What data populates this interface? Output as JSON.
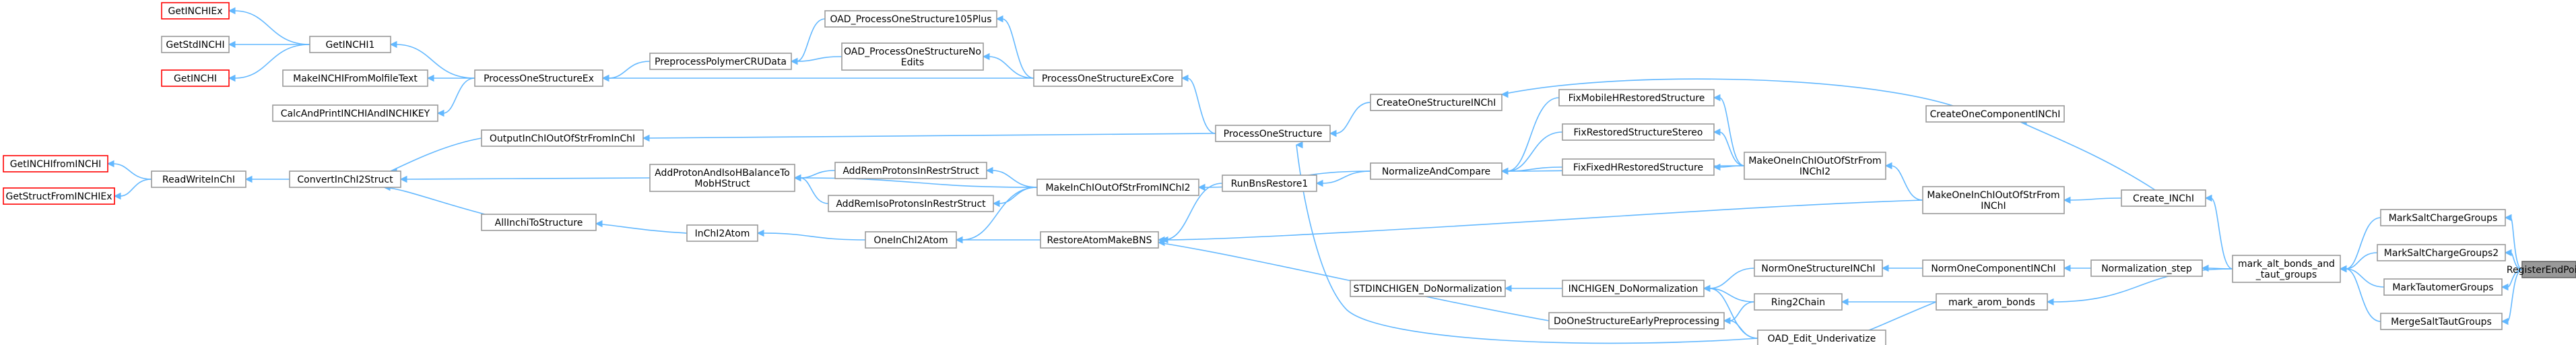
{
  "graph": {
    "colors": {
      "edge": "#63b8ff",
      "node_border": "#999999",
      "missing_node_border": "#ff0000",
      "root_fill": "#999999",
      "background": "#ffffff"
    },
    "nodes": {
      "GetINCHIEx": {
        "label": [
          "GetINCHIEx"
        ],
        "style": "red"
      },
      "GetStdINCHI": {
        "label": [
          "GetStdINCHI"
        ]
      },
      "GetINCHI": {
        "label": [
          "GetINCHI"
        ],
        "style": "red"
      },
      "GetINCHI1": {
        "label": [
          "GetINCHI1"
        ]
      },
      "MakeINCHIFromMolfileText": {
        "label": [
          "MakeINCHIFromMolfileText"
        ]
      },
      "CalcAndPrintINCHIAndINCHIKEY": {
        "label": [
          "CalcAndPrintINCHIAndINCHIKEY"
        ]
      },
      "ProcessOneStructureEx": {
        "label": [
          "ProcessOneStructureEx"
        ]
      },
      "PreprocessPolymerCRUData": {
        "label": [
          "PreprocessPolymerCRUData"
        ]
      },
      "OAD_ProcessOneStructure105Plus": {
        "label": [
          "OAD_ProcessOneStructure105Plus"
        ]
      },
      "OAD_ProcessOneStructureNoEdits": {
        "label": [
          "OAD_ProcessOneStructureNo",
          "Edits"
        ]
      },
      "ProcessOneStructureExCore": {
        "label": [
          "ProcessOneStructureExCore"
        ]
      },
      "GetINCHIfromINCHI": {
        "label": [
          "GetINCHIfromINCHI"
        ],
        "style": "red"
      },
      "GetStructFromINCHIEx": {
        "label": [
          "GetStructFromINCHIEx"
        ],
        "style": "red"
      },
      "ReadWriteInChI": {
        "label": [
          "ReadWriteInChI"
        ]
      },
      "ConvertInChI2Struct": {
        "label": [
          "ConvertInChI2Struct"
        ]
      },
      "OutputInChIOutOfStrFromInChI": {
        "label": [
          "OutputInChIOutOfStrFromInChI"
        ]
      },
      "AllInchiToStructure": {
        "label": [
          "AllInchiToStructure"
        ]
      },
      "InChI2Atom": {
        "label": [
          "InChI2Atom"
        ]
      },
      "AddProtonAndIsoHBalanceToMobHStruct": {
        "label": [
          "AddProtonAndIsoHBalanceTo",
          "MobHStruct"
        ]
      },
      "AddRemProtonsInRestrStruct": {
        "label": [
          "AddRemProtonsInRestrStruct"
        ]
      },
      "AddRemIsoProtonsInRestrStruct": {
        "label": [
          "AddRemIsoProtonsInRestrStruct"
        ]
      },
      "OneInChI2Atom": {
        "label": [
          "OneInChI2Atom"
        ]
      },
      "MakeInChIOutOfStrFromINChI2": {
        "label": [
          "MakeInChIOutOfStrFromINChI2"
        ]
      },
      "ProcessOneStructure": {
        "label": [
          "ProcessOneStructure"
        ]
      },
      "RunBnsRestore1": {
        "label": [
          "RunBnsRestore1"
        ]
      },
      "RestoreAtomMakeBNS": {
        "label": [
          "RestoreAtomMakeBNS"
        ]
      },
      "CreateOneStructureINChI": {
        "label": [
          "CreateOneStructureINChI"
        ]
      },
      "NormalizeAndCompare": {
        "label": [
          "NormalizeAndCompare"
        ]
      },
      "FixMobileHRestoredStructure": {
        "label": [
          "FixMobileHRestoredStructure"
        ]
      },
      "FixRestoredStructureStereo": {
        "label": [
          "FixRestoredStructureStereo"
        ]
      },
      "FixFixedHRestoredStructure": {
        "label": [
          "FixFixedHRestoredStructure"
        ]
      },
      "MakeOneInChIOutOfStrFromINChI2": {
        "label": [
          "MakeOneInChIOutOfStrFrom",
          "INChI2"
        ]
      },
      "MakeOneInChIOutOfStrFromINChI": {
        "label": [
          "MakeOneInChIOutOfStrFrom",
          "INChI"
        ]
      },
      "CreateOneComponentINChI": {
        "label": [
          "CreateOneComponentINChI"
        ]
      },
      "Create_INChI": {
        "label": [
          "Create_INChI"
        ]
      },
      "STDINCHIGEN_DoNormalization": {
        "label": [
          "STDINCHIGEN_DoNormalization"
        ]
      },
      "INCHIGEN_DoNormalization": {
        "label": [
          "INCHIGEN_DoNormalization"
        ]
      },
      "DoOneStructureEarlyPreprocessing": {
        "label": [
          "DoOneStructureEarlyPreprocessing"
        ]
      },
      "NormOneStructureINChI": {
        "label": [
          "NormOneStructureINChI"
        ]
      },
      "Ring2Chain": {
        "label": [
          "Ring2Chain"
        ]
      },
      "OAD_Edit_Underivatize": {
        "label": [
          "OAD_Edit_Underivatize"
        ]
      },
      "NormOneComponentINChI": {
        "label": [
          "NormOneComponentINChI"
        ]
      },
      "mark_arom_bonds": {
        "label": [
          "mark_arom_bonds"
        ]
      },
      "Normalization_step": {
        "label": [
          "Normalization_step"
        ]
      },
      "mark_alt_bonds_and_taut_groups": {
        "label": [
          "mark_alt_bonds_and",
          "_taut_groups"
        ]
      },
      "MarkSaltChargeGroups": {
        "label": [
          "MarkSaltChargeGroups"
        ]
      },
      "MarkSaltChargeGroups2": {
        "label": [
          "MarkSaltChargeGroups2"
        ]
      },
      "MarkTautomerGroups": {
        "label": [
          "MarkTautomerGroups"
        ]
      },
      "MergeSaltTautGroups": {
        "label": [
          "MergeSaltTautGroups"
        ]
      },
      "RegisterEndPoints": {
        "label": [
          "RegisterEndPoints"
        ],
        "style": "root"
      }
    },
    "edges": [
      [
        "RegisterEndPoints",
        "MarkSaltChargeGroups"
      ],
      [
        "RegisterEndPoints",
        "MarkSaltChargeGroups2"
      ],
      [
        "RegisterEndPoints",
        "MarkTautomerGroups"
      ],
      [
        "RegisterEndPoints",
        "MergeSaltTautGroups"
      ],
      [
        "MarkSaltChargeGroups",
        "mark_alt_bonds_and_taut_groups"
      ],
      [
        "MarkSaltChargeGroups2",
        "mark_alt_bonds_and_taut_groups"
      ],
      [
        "MarkTautomerGroups",
        "mark_alt_bonds_and_taut_groups"
      ],
      [
        "MergeSaltTautGroups",
        "mark_alt_bonds_and_taut_groups"
      ],
      [
        "mark_alt_bonds_and_taut_groups",
        "Create_INChI"
      ],
      [
        "mark_alt_bonds_and_taut_groups",
        "Normalization_step"
      ],
      [
        "mark_alt_bonds_and_taut_groups",
        "mark_arom_bonds"
      ],
      [
        "Create_INChI",
        "CreateOneComponentINChI"
      ],
      [
        "Create_INChI",
        "MakeOneInChIOutOfStrFromINChI"
      ],
      [
        "Normalization_step",
        "NormOneComponentINChI"
      ],
      [
        "NormOneComponentINChI",
        "NormOneStructureINChI"
      ],
      [
        "NormOneStructureINChI",
        "INCHIGEN_DoNormalization"
      ],
      [
        "mark_arom_bonds",
        "Ring2Chain"
      ],
      [
        "mark_arom_bonds",
        "OAD_Edit_Underivatize"
      ],
      [
        "Ring2Chain",
        "INCHIGEN_DoNormalization"
      ],
      [
        "Ring2Chain",
        "DoOneStructureEarlyPreprocessing"
      ],
      [
        "OAD_Edit_Underivatize",
        "INCHIGEN_DoNormalization"
      ],
      [
        "OAD_Edit_Underivatize",
        "DoOneStructureEarlyPreprocessing"
      ],
      [
        "OAD_Edit_Underivatize",
        "ProcessOneStructure"
      ],
      [
        "INCHIGEN_DoNormalization",
        "STDINCHIGEN_DoNormalization"
      ],
      [
        "DoOneStructureEarlyPreprocessing",
        "RestoreAtomMakeBNS"
      ],
      [
        "CreateOneComponentINChI",
        "CreateOneStructureINChI"
      ],
      [
        "MakeOneInChIOutOfStrFromINChI",
        "MakeOneInChIOutOfStrFromINChI2"
      ],
      [
        "MakeOneInChIOutOfStrFromINChI",
        "RestoreAtomMakeBNS"
      ],
      [
        "MakeOneInChIOutOfStrFromINChI2",
        "FixMobileHRestoredStructure"
      ],
      [
        "MakeOneInChIOutOfStrFromINChI2",
        "FixRestoredStructureStereo"
      ],
      [
        "MakeOneInChIOutOfStrFromINChI2",
        "FixFixedHRestoredStructure"
      ],
      [
        "MakeOneInChIOutOfStrFromINChI2",
        "NormalizeAndCompare"
      ],
      [
        "FixMobileHRestoredStructure",
        "NormalizeAndCompare"
      ],
      [
        "FixRestoredStructureStereo",
        "NormalizeAndCompare"
      ],
      [
        "FixFixedHRestoredStructure",
        "NormalizeAndCompare"
      ],
      [
        "NormalizeAndCompare",
        "RunBnsRestore1"
      ],
      [
        "NormalizeAndCompare",
        "MakeInChIOutOfStrFromINChI2"
      ],
      [
        "RunBnsRestore1",
        "RestoreAtomMakeBNS"
      ],
      [
        "RestoreAtomMakeBNS",
        "OneInChI2Atom"
      ],
      [
        "CreateOneStructureINChI",
        "ProcessOneStructure"
      ],
      [
        "ProcessOneStructure",
        "ProcessOneStructureExCore"
      ],
      [
        "ProcessOneStructure",
        "OutputInChIOutOfStrFromInChI"
      ],
      [
        "ProcessOneStructureExCore",
        "OAD_ProcessOneStructure105Plus"
      ],
      [
        "ProcessOneStructureExCore",
        "OAD_ProcessOneStructureNoEdits"
      ],
      [
        "ProcessOneStructureExCore",
        "ProcessOneStructureEx"
      ],
      [
        "OAD_ProcessOneStructure105Plus",
        "PreprocessPolymerCRUData"
      ],
      [
        "OAD_ProcessOneStructureNoEdits",
        "PreprocessPolymerCRUData"
      ],
      [
        "PreprocessPolymerCRUData",
        "ProcessOneStructureEx"
      ],
      [
        "ProcessOneStructureEx",
        "GetINCHI1"
      ],
      [
        "ProcessOneStructureEx",
        "MakeINCHIFromMolfileText"
      ],
      [
        "ProcessOneStructureEx",
        "CalcAndPrintINCHIAndINCHIKEY"
      ],
      [
        "GetINCHI1",
        "GetINCHIEx"
      ],
      [
        "GetINCHI1",
        "GetStdINCHI"
      ],
      [
        "GetINCHI1",
        "GetINCHI"
      ],
      [
        "MakeInChIOutOfStrFromINChI2",
        "AddProtonAndIsoHBalanceToMobHStruct"
      ],
      [
        "MakeInChIOutOfStrFromINChI2",
        "AddRemProtonsInRestrStruct"
      ],
      [
        "MakeInChIOutOfStrFromINChI2",
        "AddRemIsoProtonsInRestrStruct"
      ],
      [
        "MakeInChIOutOfStrFromINChI2",
        "OneInChI2Atom"
      ],
      [
        "AddRemProtonsInRestrStruct",
        "AddProtonAndIsoHBalanceToMobHStruct"
      ],
      [
        "AddRemIsoProtonsInRestrStruct",
        "AddProtonAndIsoHBalanceToMobHStruct"
      ],
      [
        "AddProtonAndIsoHBalanceToMobHStruct",
        "ConvertInChI2Struct"
      ],
      [
        "OneInChI2Atom",
        "InChI2Atom"
      ],
      [
        "InChI2Atom",
        "AllInchiToStructure"
      ],
      [
        "AllInchiToStructure",
        "ConvertInChI2Struct"
      ],
      [
        "OutputInChIOutOfStrFromInChI",
        "ConvertInChI2Struct"
      ],
      [
        "ConvertInChI2Struct",
        "ReadWriteInChI"
      ],
      [
        "ReadWriteInChI",
        "GetINCHIfromINCHI"
      ],
      [
        "ReadWriteInChI",
        "GetStructFromINCHIEx"
      ]
    ]
  }
}
